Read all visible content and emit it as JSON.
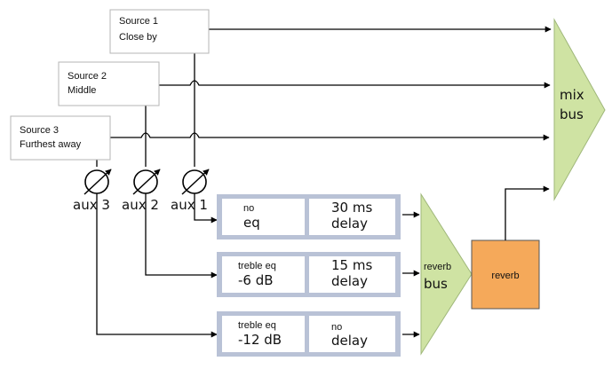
{
  "sources": [
    {
      "line1": "Source 1",
      "line2": "Close by"
    },
    {
      "line1": "Source 2",
      "line2": "Middle"
    },
    {
      "line1": "Source 3",
      "line2": "Furthest away"
    }
  ],
  "aux": [
    {
      "prefix": "aux",
      "num": "3"
    },
    {
      "prefix": "aux",
      "num": "2"
    },
    {
      "prefix": "aux",
      "num": "1"
    }
  ],
  "rows": [
    {
      "eq1": "no",
      "eq2": "eq",
      "delay1": "30 ms",
      "delay2": "delay"
    },
    {
      "eq1": "treble eq",
      "eq2": "-6 dB",
      "delay1": "15 ms",
      "delay2": "delay"
    },
    {
      "eq1": "treble eq",
      "eq2": "-12 dB",
      "delay1": "no",
      "delay2": "delay"
    }
  ],
  "mix_bus": {
    "line1": "mix",
    "line2": "bus"
  },
  "reverb_bus": {
    "line1": "reverb",
    "line2": "bus"
  },
  "reverb_unit": {
    "label": "reverb"
  },
  "colors": {
    "bus_fill": "#cfe3a3",
    "reverb_fill": "#f5a95a",
    "row_frame": "#b9c2d6",
    "box_border": "#b5b5b5",
    "line": "#000000"
  }
}
